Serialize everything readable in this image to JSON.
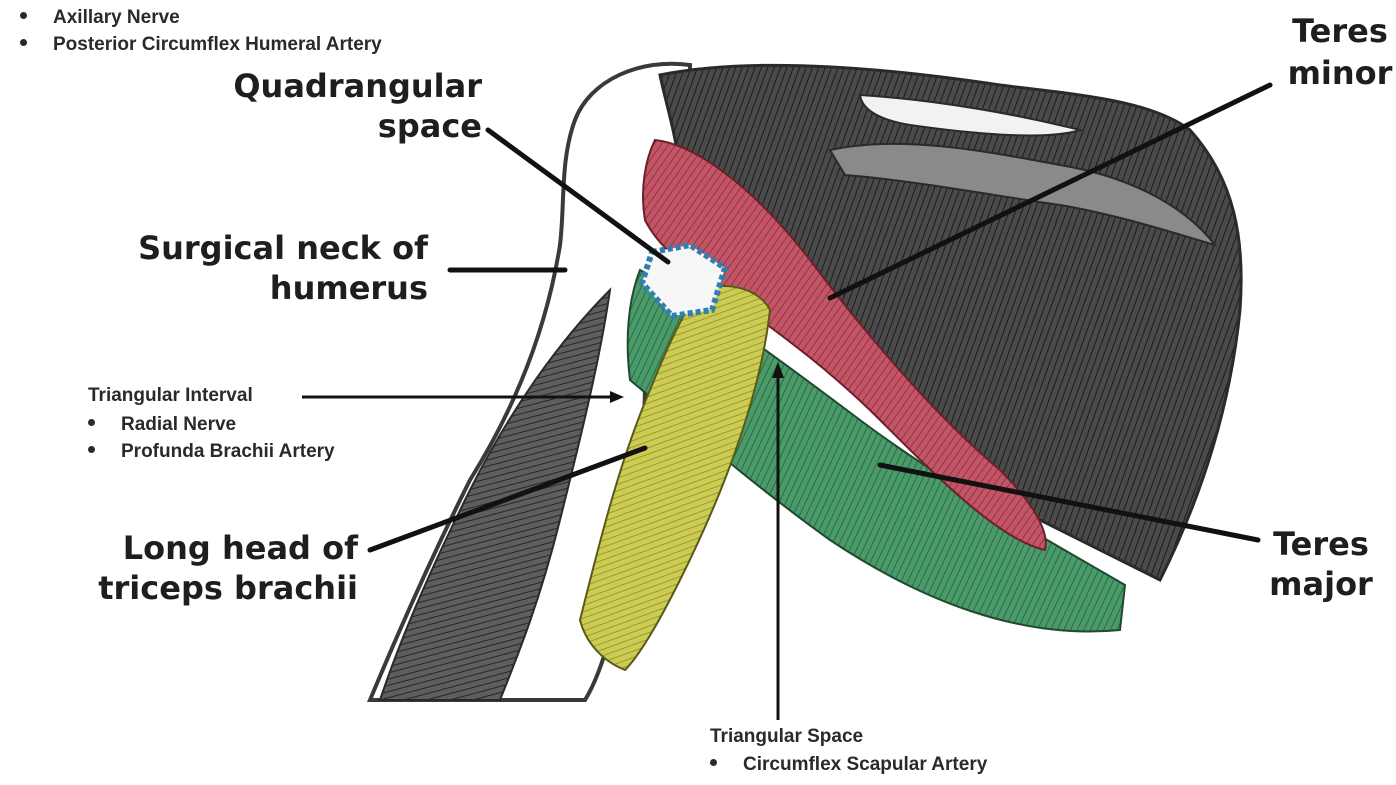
{
  "top_list": [
    "Axillary Nerve",
    "Posterior Circumflex Humeral Artery"
  ],
  "labels": {
    "quadrangular": [
      "Quadrangular",
      "space"
    ],
    "teres_minor": [
      "Teres",
      "minor"
    ],
    "surgical_neck": [
      "Surgical neck of",
      "humerus"
    ],
    "triangular_interval": "Triangular Interval",
    "long_head": [
      "Long head of",
      "triceps brachii"
    ],
    "teres_major": [
      "Teres",
      "major"
    ],
    "triangular_space": "Triangular Space"
  },
  "interval_list": [
    "Radial Nerve",
    "Profunda Brachii Artery"
  ],
  "space_list": [
    "Circumflex Scapular Artery"
  ],
  "colors": {
    "teres_minor": "#b8485a",
    "teres_major": "#3e8a5e",
    "triceps_long_head": "#c2c24a",
    "quadrangular_outline": "#2f7fb0",
    "muscle_gray": "#555555",
    "bone_outline": "#3a3a3a"
  }
}
